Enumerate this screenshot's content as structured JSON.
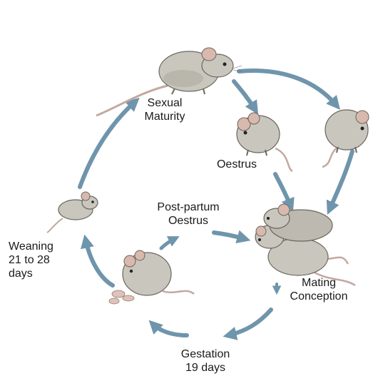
{
  "colors": {
    "arrow": "#6f95ac",
    "mouse_fill": "#c9c6bd",
    "mouse_shade": "#a9a59b",
    "mouse_outline": "#6b665e",
    "ear": "#d9b9ad",
    "tail": "#c2a9a0"
  },
  "icons": [
    "mouse-illustration",
    "cycle-arrow"
  ],
  "labels": {
    "sexual_maturity": [
      "Sexual",
      "Maturity"
    ],
    "oestrus": "Oestrus",
    "post_partum": [
      "Post-partum",
      "Oestrus"
    ],
    "mating": [
      "Mating",
      "Conception"
    ],
    "gestation": [
      "Gestation",
      "19 days"
    ],
    "weaning": [
      "Weaning",
      "21 to 28",
      "days"
    ]
  }
}
